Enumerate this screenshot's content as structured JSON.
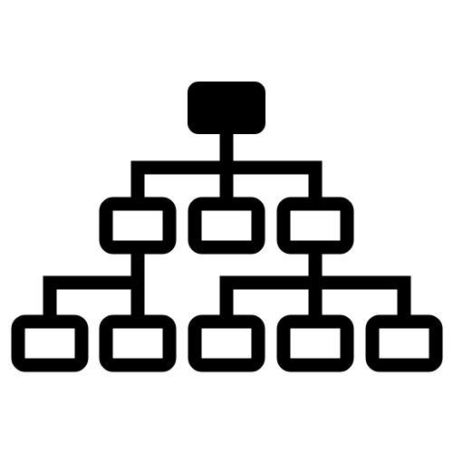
{
  "icon": {
    "name": "org-chart-icon",
    "color": "#000000",
    "background": "#ffffff",
    "levels": [
      {
        "level": "root",
        "node_count": 1,
        "style": "filled"
      },
      {
        "level": "middle",
        "node_count": 3,
        "style": "outlined"
      },
      {
        "level": "leaf",
        "node_count": 5,
        "style": "outlined"
      }
    ]
  }
}
